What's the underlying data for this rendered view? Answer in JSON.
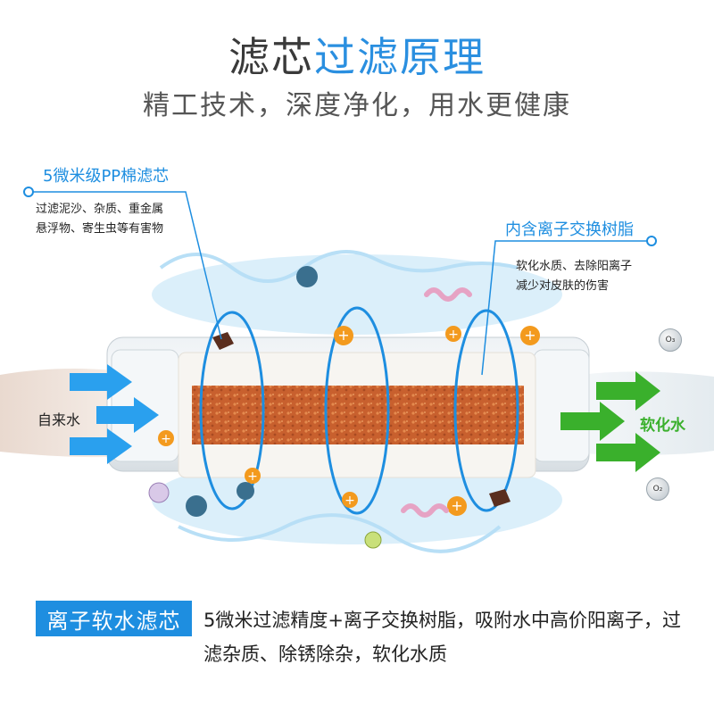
{
  "title": {
    "part1": "滤芯",
    "part2": "过滤原理"
  },
  "subtitle": "精工技术，深度净化，用水更健康",
  "callout_left": {
    "title": "5微米级PP棉滤芯",
    "line1": "过滤泥沙、杂质、重金属",
    "line2": "悬浮物、寄生虫等有害物"
  },
  "callout_right": {
    "title": "内含离子交换树脂",
    "line1": "软化水质、去除阳离子",
    "line2": "减少对皮肤的伤害"
  },
  "flow": {
    "in_label": "自来水",
    "out_label": "软化水"
  },
  "molecule_labels": [
    "O₃",
    "O₂"
  ],
  "footer": {
    "title": "离子软水滤芯",
    "line1": "5微米过滤精度+离子交换树脂，吸附水中高价阳离子，过",
    "line2": "滤杂质、除锈除杂，软化水质"
  },
  "colors": {
    "accent_blue": "#1e8ee0",
    "arrow_blue": "#2aa0ee",
    "arrow_green": "#3ab02c",
    "resin_orange": "#c8602e"
  }
}
